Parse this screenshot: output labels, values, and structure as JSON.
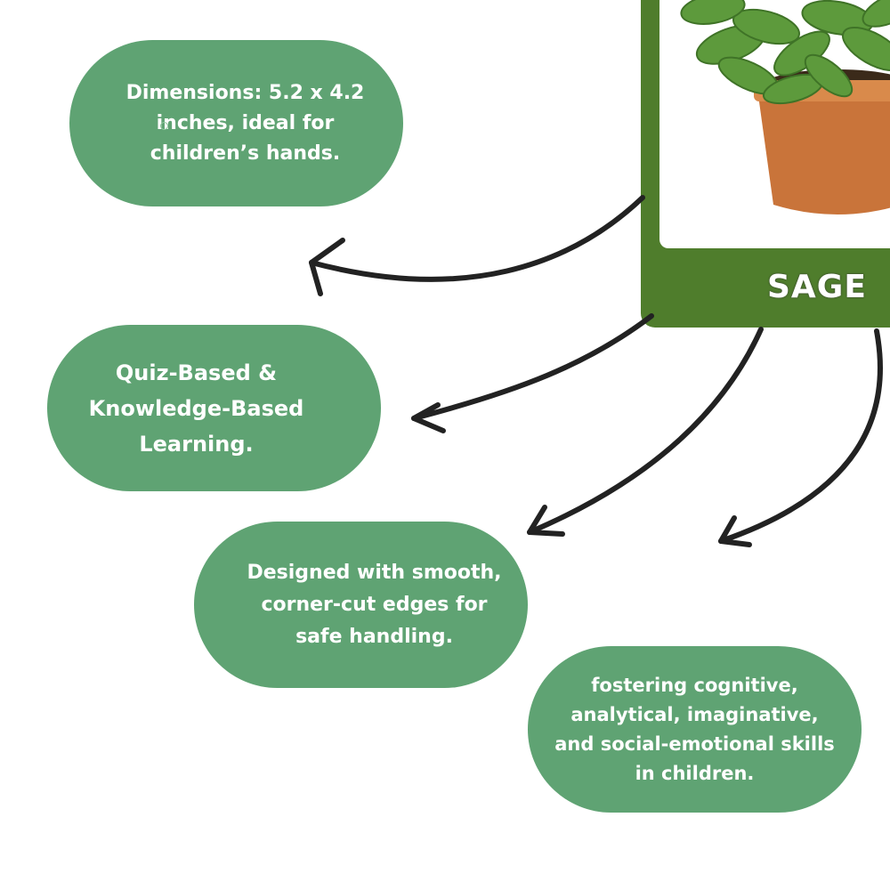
{
  "features": [
    {
      "text": "Dimensions: 5.2 x 4.2\ninches, ideal for\nchildren’s hands."
    },
    {
      "text": "Quiz-Based &\nKnowledge-Based\nLearning."
    },
    {
      "text": "Designed with smooth,\ncorner-cut edges for\nsafe handling."
    },
    {
      "text": "fostering cognitive,\nanalytical, imaginative,\nand social-emotional skills\nin children."
    }
  ],
  "card": {
    "label": "SAGE"
  },
  "colors": {
    "pill": "#5fa373",
    "card_border": "#4f7d2c",
    "arrow": "#222222",
    "pot": "#c9743a",
    "leaf": "#5d9a3c"
  },
  "icons": [
    "bullet-icon",
    "arrow-icon",
    "sage-plant-icon"
  ]
}
